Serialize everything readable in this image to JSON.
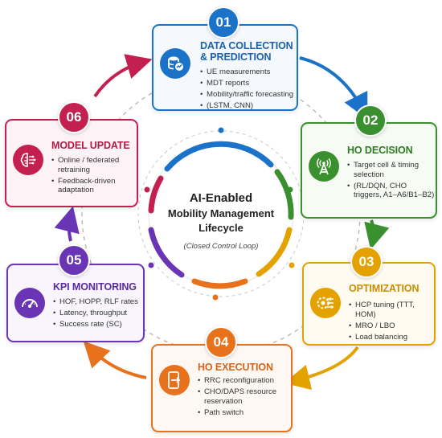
{
  "center": {
    "title": "AI-Enabled",
    "subtitle_line1": "Mobility Management",
    "subtitle_line2": "Lifecycle",
    "note": "(Closed Control Loop)"
  },
  "stages": [
    {
      "number": "01",
      "title_line1": "DATA COLLECTION",
      "title_line2": "& PREDICTION",
      "color": "#1a73c9",
      "icon": "database-chart-icon",
      "items": [
        "UE measurements",
        "MDT reports",
        "Mobility/traffic forecasting",
        "(LSTM, CNN)"
      ]
    },
    {
      "number": "02",
      "title_line1": "HO DECISION",
      "color": "#3a8f2e",
      "icon": "cell-tower-icon",
      "items": [
        "Target cell & timing selection",
        "(RL/DQN, CHO triggers, A1–A6/B1–B2)"
      ]
    },
    {
      "number": "03",
      "title_line1": "OPTIMIZATION",
      "color": "#e3a200",
      "icon": "gear-sliders-icon",
      "items": [
        "HCP tuning (TTT, HOM)",
        "MRO / LBO",
        "Load balancing"
      ]
    },
    {
      "number": "04",
      "title_line1": "HO EXECUTION",
      "color": "#e8721c",
      "icon": "phone-transfer-icon",
      "items": [
        "RRC reconfiguration",
        "CHO/DAPS resource reservation",
        "Path switch"
      ]
    },
    {
      "number": "05",
      "title_line1": "KPI MONITORING",
      "color": "#6a35b5",
      "icon": "speedometer-icon",
      "items": [
        "HOF, HOPP, RLF rates",
        "Latency, throughput",
        "Success rate (SC)"
      ]
    },
    {
      "number": "06",
      "title_line1": "MODEL UPDATE",
      "color": "#c4204f",
      "icon": "brain-circuit-icon",
      "items": [
        "Online / federated retraining",
        "Feedback-driven adaptation"
      ]
    }
  ]
}
